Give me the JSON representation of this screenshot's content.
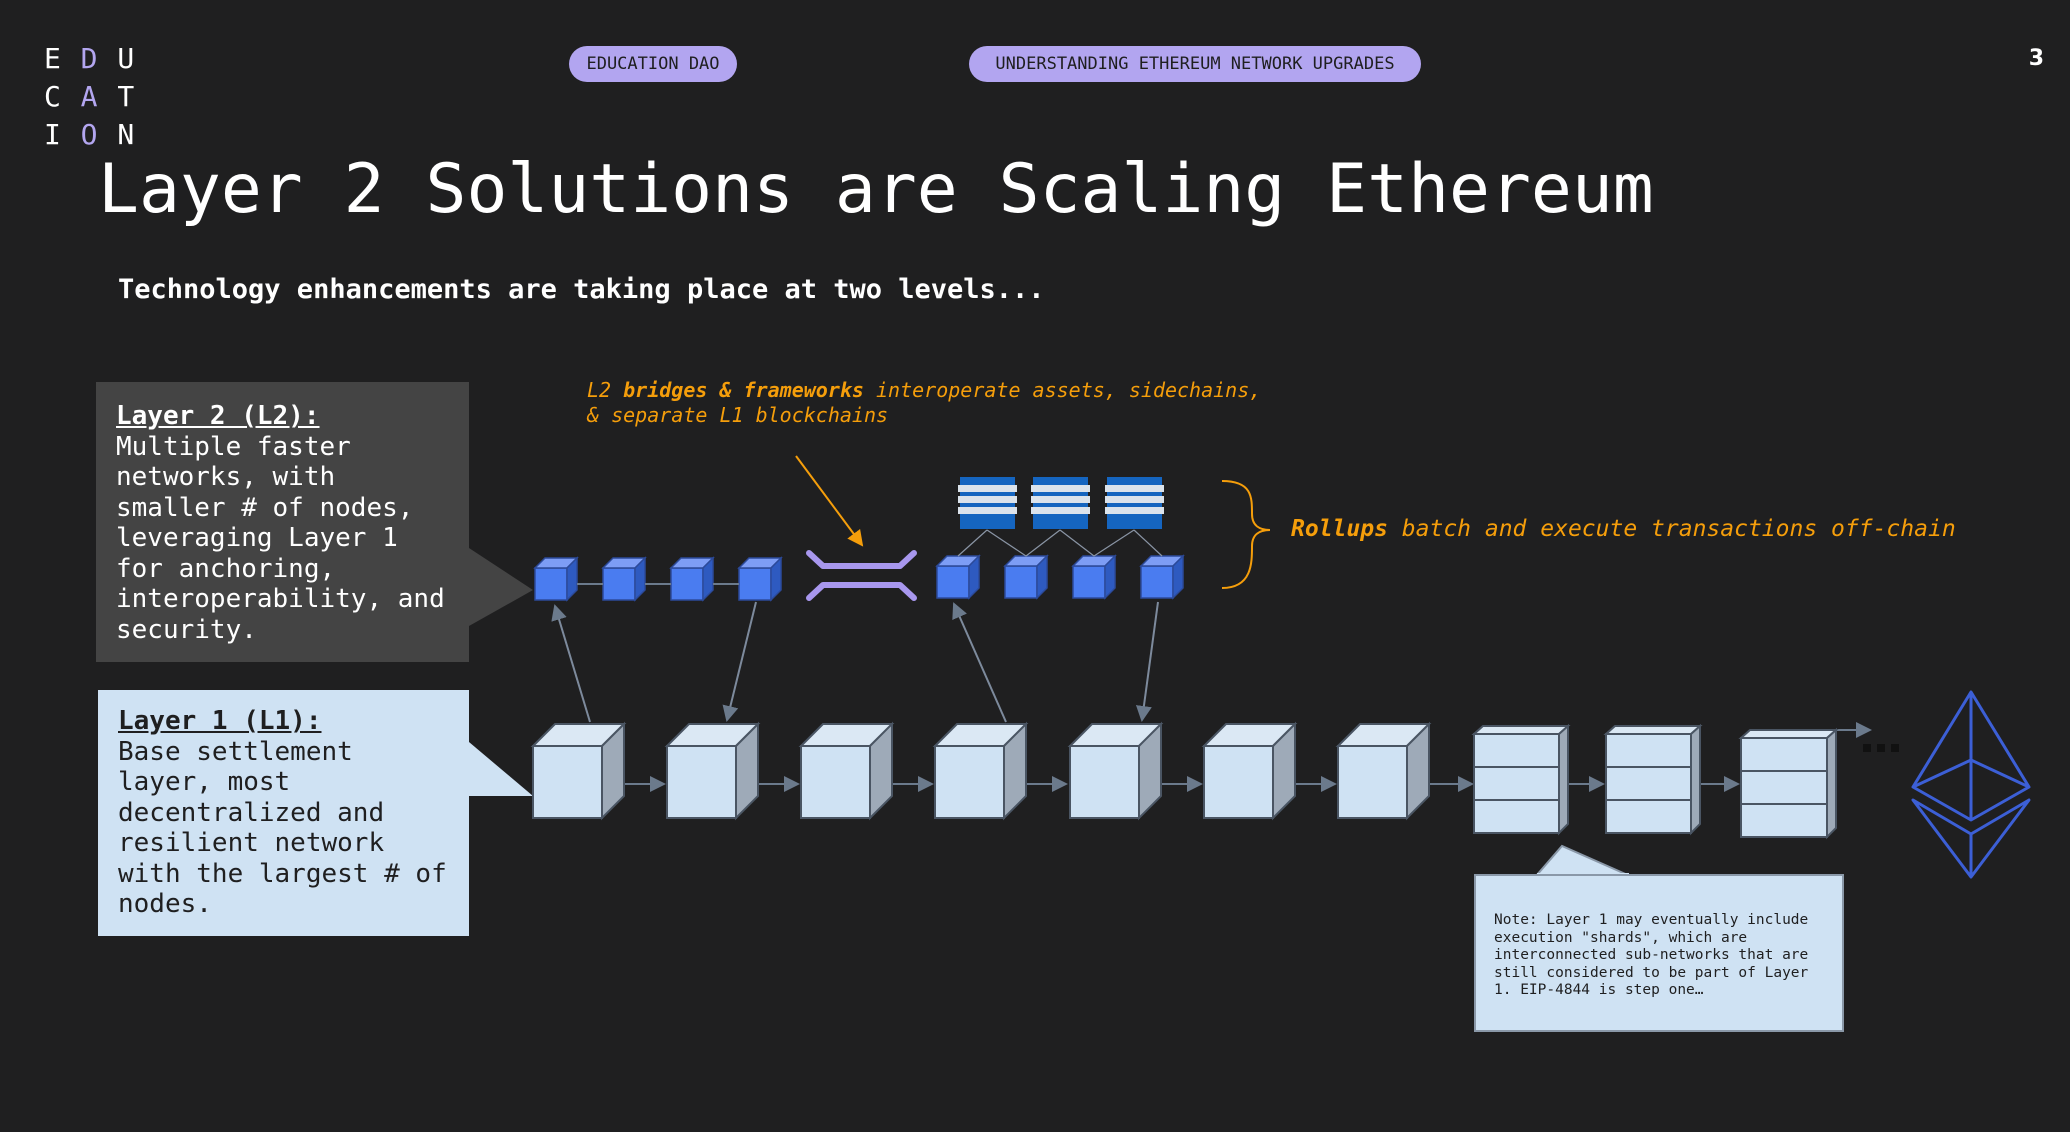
{
  "logo": {
    "rows": [
      [
        "E",
        "D",
        "U"
      ],
      [
        "C",
        "A",
        "T"
      ],
      [
        "I",
        "O",
        "N"
      ]
    ],
    "accent_color": "#b3a6f0"
  },
  "header": {
    "pill_left": "EDUCATION DAO",
    "pill_right": "UNDERSTANDING ETHEREUM NETWORK UPGRADES",
    "page_number": "3"
  },
  "title": "Layer 2 Solutions are Scaling Ethereum",
  "subtitle": "Technology enhancements are taking place at two levels...",
  "layer2_box": {
    "heading": "Layer 2 (L2):",
    "body": "Multiple faster networks, with smaller # of nodes, leveraging Layer 1 for anchoring, interoperability, and security."
  },
  "layer1_box": {
    "heading": "Layer 1 (L1):",
    "body": "Base settlement layer, most decentralized and resilient network with the largest # of nodes."
  },
  "bridge_label": {
    "prefix": "L2 ",
    "bold": "bridges & frameworks",
    "rest_line1": " interoperate assets, sidechains,",
    "line2": "& separate L1 blockchains"
  },
  "rollup_label": {
    "bold": "Rollups",
    "rest": " batch and execute transactions off-chain"
  },
  "note": "Note: Layer 1 may eventually include execution \"shards\", which are interconnected sub-networks that are still considered to be part of Layer 1. EIP-4844 is step one…",
  "ellipsis": "...",
  "colors": {
    "background": "#1f1f20",
    "pill": "#b2a5f0",
    "l2_cube": "#4a7cf0",
    "l1_cube": "#cfe2f3",
    "accent_orange": "#f59e0b",
    "ethereum_logo": "#3c5fd6"
  },
  "icons": [
    "ethereum-logo-icon",
    "bridge-icon",
    "server-stack-icon"
  ]
}
